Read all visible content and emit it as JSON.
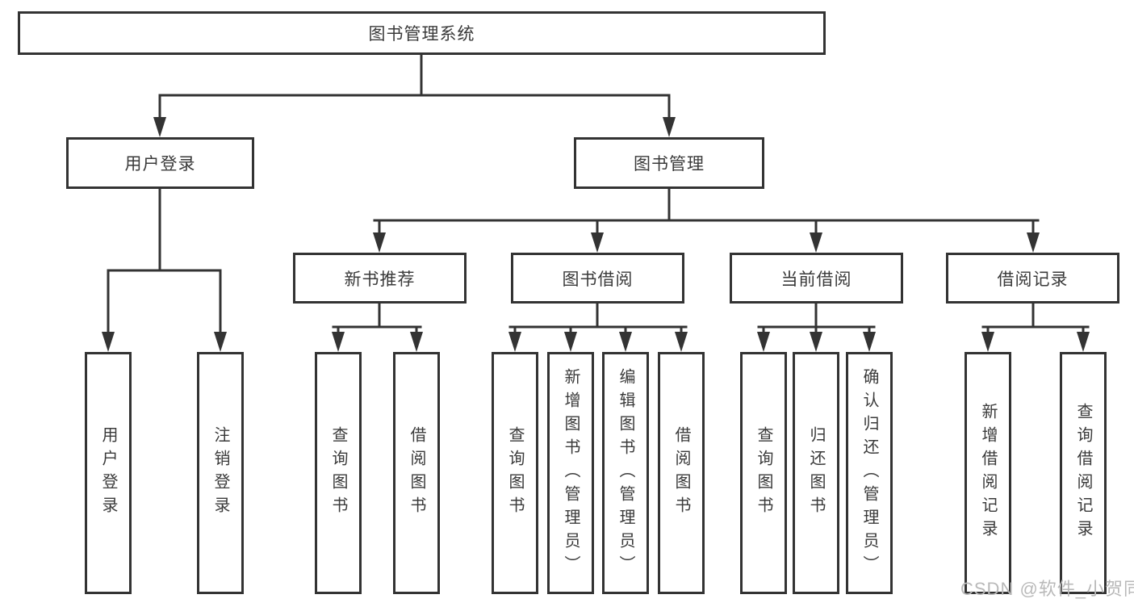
{
  "tree": {
    "root": {
      "label": "图书管理系统"
    },
    "branches": [
      {
        "label": "用户登录",
        "leaves": [
          {
            "label": "用户登录"
          },
          {
            "label": "注销登录"
          }
        ]
      },
      {
        "label": "图书管理",
        "sections": [
          {
            "label": "新书推荐",
            "leaves": [
              {
                "label": "查询图书"
              },
              {
                "label": "借阅图书"
              }
            ]
          },
          {
            "label": "图书借阅",
            "leaves": [
              {
                "label": "查询图书"
              },
              {
                "label": "新增图书（管理员）"
              },
              {
                "label": "编辑图书（管理员）"
              },
              {
                "label": "借阅图书"
              }
            ]
          },
          {
            "label": "当前借阅",
            "leaves": [
              {
                "label": "查询图书"
              },
              {
                "label": "归还图书"
              },
              {
                "label": "确认归还（管理员）"
              }
            ]
          },
          {
            "label": "借阅记录",
            "leaves": [
              {
                "label": "新增借阅记录"
              },
              {
                "label": "查询借阅记录"
              }
            ]
          }
        ]
      }
    ]
  },
  "watermark": {
    "text": "CSDN @软件_小贺同学"
  },
  "colors": {
    "line": "#333333",
    "box_border": "#333333",
    "text": "#3a3a3a",
    "watermark": "#b9b9b9",
    "background": "#ffffff"
  }
}
